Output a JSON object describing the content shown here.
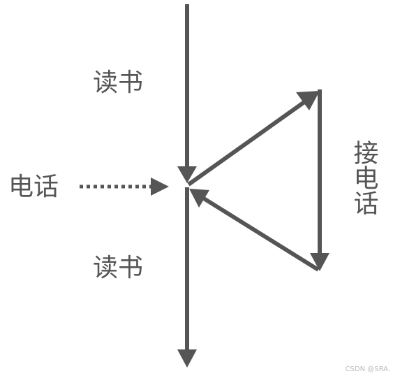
{
  "labels": {
    "read_top": "读书",
    "read_bottom": "读书",
    "phone": "电话",
    "answer_phone": "接电话"
  },
  "watermark": "CSDN @SRA.",
  "colors": {
    "stroke": "#555555",
    "background": "#ffffff"
  }
}
